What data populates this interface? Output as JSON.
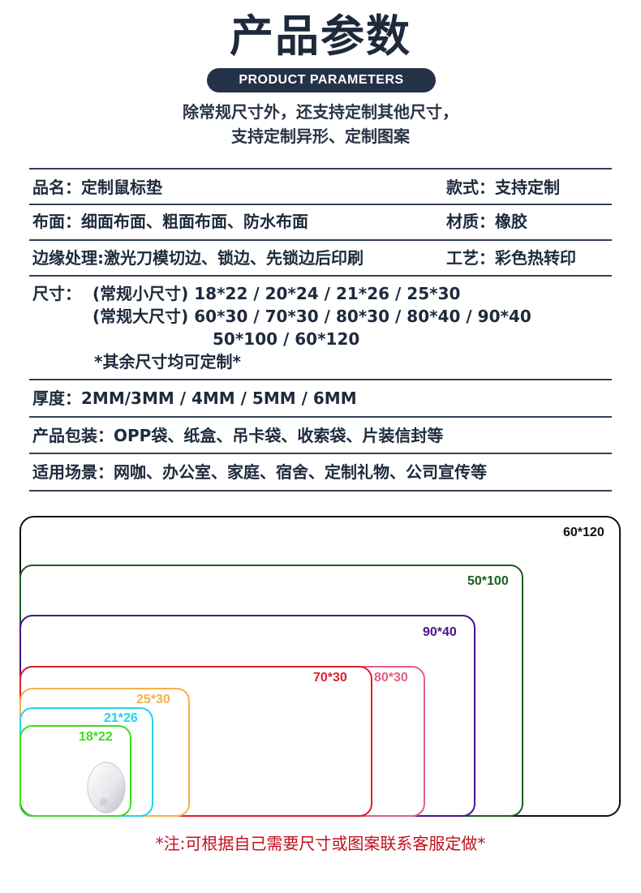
{
  "header": {
    "title": "产品参数",
    "subtitle": "PRODUCT PARAMETERS",
    "intro_line1": "除常规尺寸外，还支持定制其他尺寸，",
    "intro_line2": "支持定制异形、定制图案"
  },
  "specs": {
    "name": "品名：定制鼠标垫",
    "style": "款式：支持定制",
    "surface": "布面：细面布面、粗面布面、防水布面",
    "material": "材质：橡胶",
    "edge": "边缘处理:激光刀模切边、锁边、先锁边后印刷",
    "craft": "工艺：彩色热转印",
    "size_label": "尺寸：",
    "size_small": "(常规小尺寸) 18*22 / 20*24 / 21*26 / 25*30",
    "size_large": "(常规大尺寸) 60*30 / 70*30 / 80*30 / 80*40 / 90*40",
    "size_large2": "50*100 / 60*120",
    "size_note": "*其余尺寸均可定制*",
    "thickness": "厚度：2MM/3MM / 4MM / 5MM / 6MM",
    "packaging": "产品包装：OPP袋、纸盒、吊卡袋、收索袋、片装信封等",
    "usage": "适用场景：网咖、办公室、家庭、宿舍、定制礼物、公司宣传等"
  },
  "size_boxes": [
    {
      "label": "60*120",
      "color": "#111111"
    },
    {
      "label": "50*100",
      "color": "#1b5e20"
    },
    {
      "label": "90*40",
      "color": "#4a148c"
    },
    {
      "label": "80*30",
      "color": "#e0607e"
    },
    {
      "label": "70*30",
      "color": "#e0202c"
    },
    {
      "label": "25*30",
      "color": "#f5b04a"
    },
    {
      "label": "21*26",
      "color": "#22d3ee"
    },
    {
      "label": "18*22",
      "color": "#39e01a"
    }
  ],
  "footer_note": "*注:可根据自己需要尺寸或图案联系客服定做*"
}
